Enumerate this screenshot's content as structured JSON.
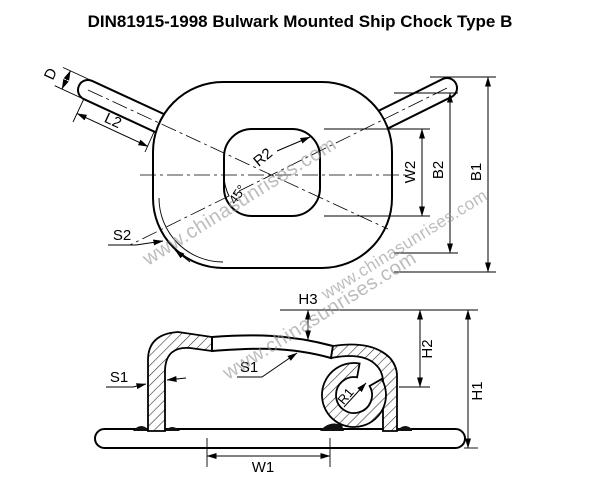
{
  "title": "DIN81915-1998 Bulwark Mounted Ship Chock Type B",
  "watermark": {
    "text": "www.chinasunrises.com"
  },
  "colors": {
    "line": "#000000",
    "watermark": "#949494",
    "background": "#ffffff"
  },
  "top_view": {
    "labels": {
      "d": "D",
      "l2": "L2",
      "r2": "R2",
      "angle": "45°",
      "w2": "W2",
      "b2": "B2",
      "b1": "B1",
      "s2": "S2"
    }
  },
  "section_view": {
    "labels": {
      "h3": "H3",
      "h2": "H2",
      "s1_wall": "S1",
      "s1_plate": "S1",
      "r1": "R1",
      "h1": "H1",
      "w1": "W1"
    }
  }
}
